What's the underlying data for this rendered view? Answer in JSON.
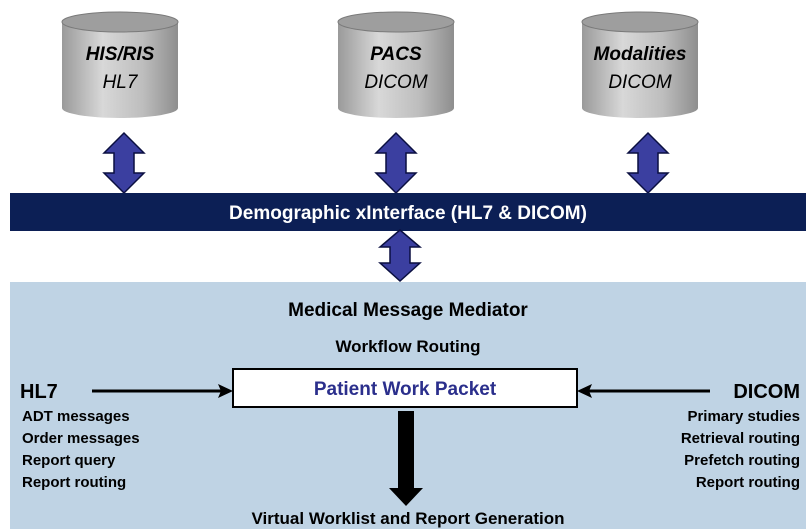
{
  "databases": [
    {
      "title": "HIS/RIS",
      "protocol": "HL7"
    },
    {
      "title": "PACS",
      "protocol": "DICOM"
    },
    {
      "title": "Modalities",
      "protocol": "DICOM"
    }
  ],
  "interface_bar": {
    "label": "Demographic xInterface (HL7 & DICOM)"
  },
  "mediator": {
    "title": "Medical Message Mediator",
    "subtitle": "Workflow Routing",
    "packet_label": "Patient Work Packet",
    "footer": "Virtual Worklist and Report Generation"
  },
  "hl7_panel": {
    "title": "HL7",
    "items": [
      "ADT messages",
      "Order messages",
      "Report query",
      "Report routing"
    ]
  },
  "dicom_panel": {
    "title": "DICOM",
    "items": [
      "Primary studies",
      "Retrieval routing",
      "Prefetch routing",
      "Report routing"
    ]
  },
  "colors": {
    "navy": "#0c1f55",
    "arrow_fill": "#3b3fa0",
    "arrow_stroke": "#0a0f40",
    "panel_bg": "#bfd3e4",
    "cylinder_body": "#c4c4c4",
    "cylinder_top": "#9e9e9e",
    "packet_text": "#2b2f8c"
  }
}
